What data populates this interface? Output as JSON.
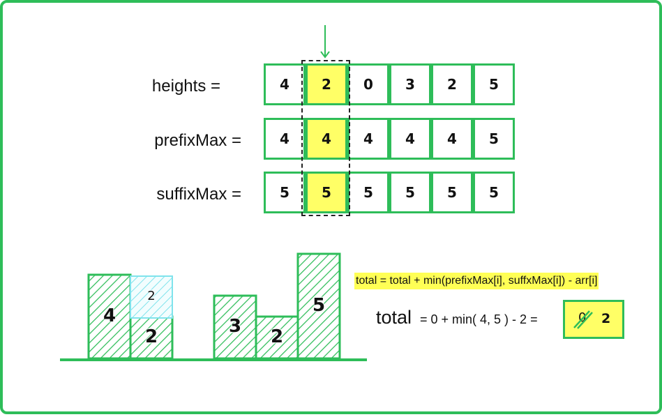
{
  "rows": [
    {
      "label": "heights =",
      "values": [
        "4",
        "2",
        "0",
        "3",
        "2",
        "5"
      ]
    },
    {
      "label": "prefixMax =",
      "values": [
        "4",
        "4",
        "4",
        "4",
        "4",
        "5"
      ]
    },
    {
      "label": "suffixMax =",
      "values": [
        "5",
        "5",
        "5",
        "5",
        "5",
        "5"
      ]
    }
  ],
  "highlight_index": 1,
  "bars": {
    "values": [
      "4",
      "2",
      "",
      "3",
      "2",
      "5"
    ],
    "water_label": "2"
  },
  "formula": "total = total + min(prefixMax[i], suffxMax[i]) - arr[i]",
  "total": {
    "word": "total",
    "expression": "=  0 + min( 4, 5 ) - 2 =",
    "old_value": "0",
    "new_value": "2"
  },
  "colors": {
    "green": "#2ebd59",
    "highlight": "#ffff66",
    "water": "#5fd9e6"
  }
}
